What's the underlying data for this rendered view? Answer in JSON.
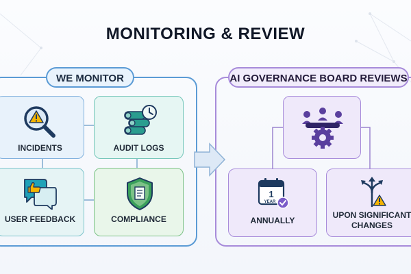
{
  "title": "MONITORING & REVIEW",
  "monitor": {
    "heading": "WE MONITOR",
    "items": [
      {
        "label": "INCIDENTS",
        "icon": "magnifier-warning-icon"
      },
      {
        "label": "AUDIT LOGS",
        "icon": "logs-clock-icon"
      },
      {
        "label": "USER FEEDBACK",
        "icon": "chat-thumbs-up-icon"
      },
      {
        "label": "COMPLIANCE",
        "icon": "shield-document-icon"
      }
    ]
  },
  "review": {
    "heading": "AI GOVERNANCE BOARD REVIEWS",
    "board_icon": "meeting-gear-icon",
    "items": [
      {
        "label": "ANNUALLY",
        "icon": "calendar-check-icon",
        "calendar_day": "1",
        "calendar_unit": "YEAR"
      },
      {
        "label": "UPON SIGNIFICANT CHANGES",
        "label_line1": "UPON SIGNIFICANT",
        "label_line2": "CHANGES",
        "icon": "branching-arrows-warning-icon"
      }
    ]
  },
  "colors": {
    "monitor_accent": "#5b9bd5",
    "review_accent": "#a78bda",
    "card_blue": "#e8f2fb",
    "card_teal": "#e6f6f3",
    "card_green": "#e9f6ea",
    "card_purple": "#efe9fa",
    "icon_teal": "#1f7f7a",
    "icon_navy": "#1e3a5f",
    "warning": "#f5b400"
  }
}
